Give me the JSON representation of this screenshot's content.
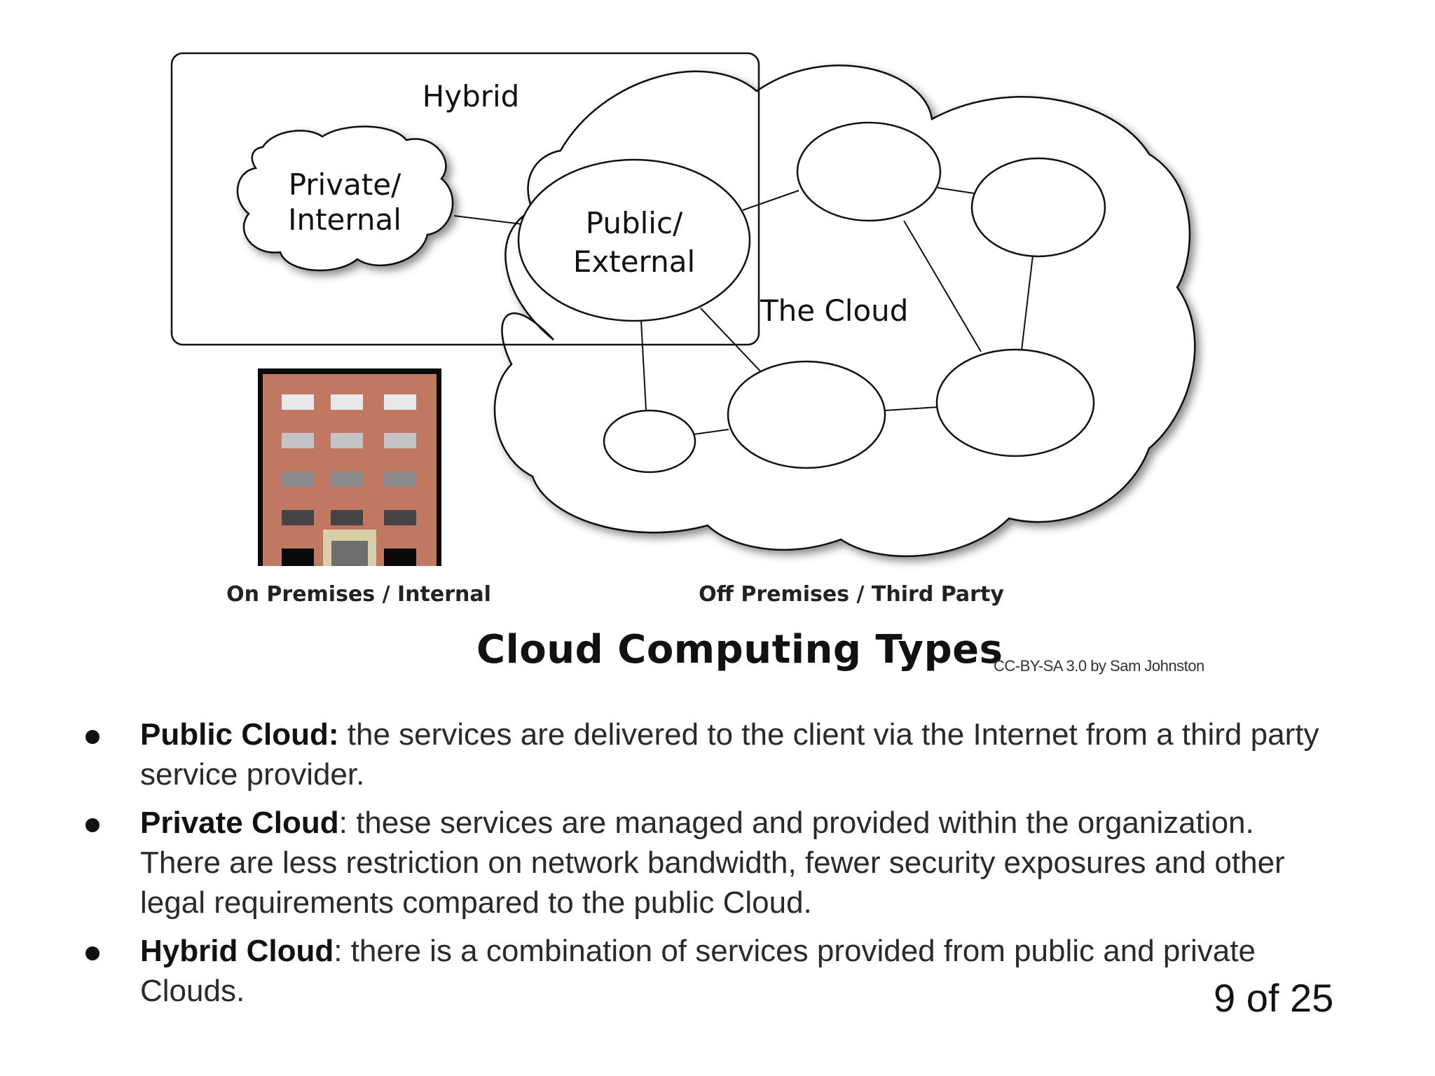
{
  "diagram": {
    "hybrid_label": "Hybrid",
    "private_label_line1": "Private/",
    "private_label_line2": "Internal",
    "public_label_line1": "Public/",
    "public_label_line2": "External",
    "cloud_label": "The Cloud",
    "on_premises_caption": "On Premises / Internal",
    "off_premises_caption": "Off Premises / Third Party",
    "title": "Cloud Computing Types",
    "credit": "CC-BY-SA 3.0 by Sam Johnston",
    "building_color": "#c07862"
  },
  "bullets": [
    {
      "term": "Public Cloud:",
      "text": " the services are delivered to the client via the Internet from a third party service provider."
    },
    {
      "term": "Private Cloud",
      "text": ": these services are managed and provided within the organization. There are less restriction on network bandwidth, fewer security exposures and other legal requirements compared to the public Cloud."
    },
    {
      "term": "Hybrid Cloud",
      "text": ": there is a combination of services provided from public and private Clouds."
    }
  ],
  "footer": {
    "page_number": "9 of 25"
  }
}
